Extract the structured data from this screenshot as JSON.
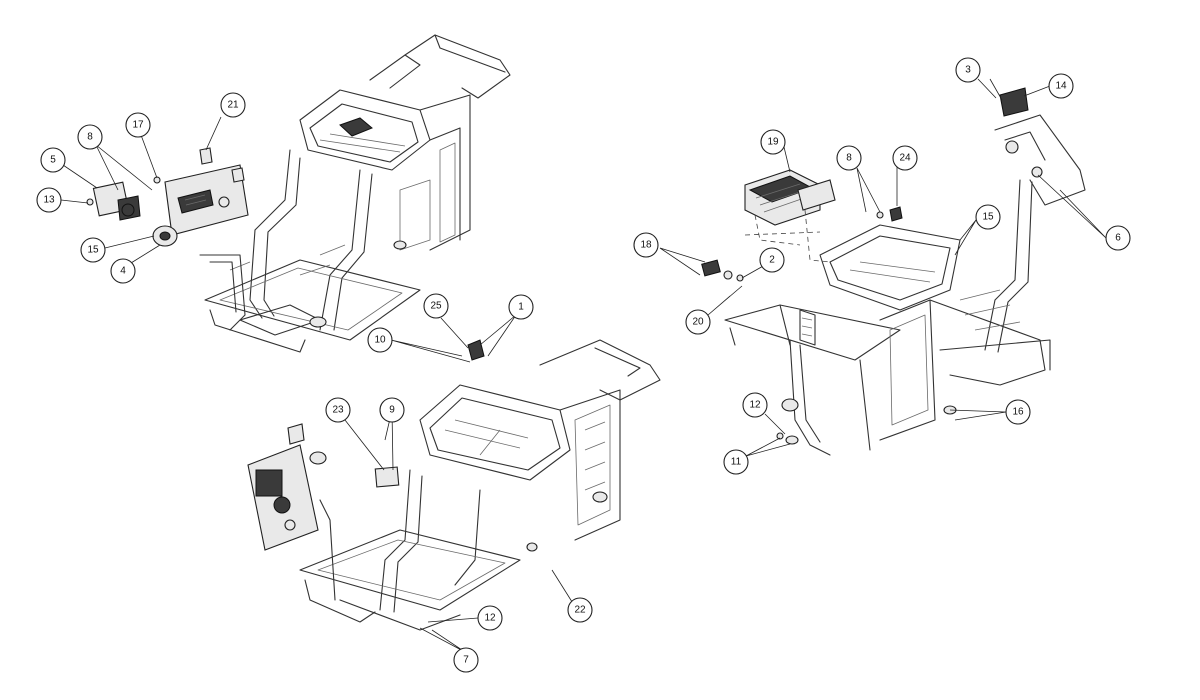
{
  "callouts": [
    {
      "id": "c3",
      "label": "3"
    },
    {
      "id": "c14",
      "label": "14"
    },
    {
      "id": "c19",
      "label": "19"
    },
    {
      "id": "c8r",
      "label": "8"
    },
    {
      "id": "c24",
      "label": "24"
    },
    {
      "id": "c15r",
      "label": "15"
    },
    {
      "id": "c6",
      "label": "6"
    },
    {
      "id": "c18",
      "label": "18"
    },
    {
      "id": "c2",
      "label": "2"
    },
    {
      "id": "c20",
      "label": "20"
    },
    {
      "id": "c12r",
      "label": "12"
    },
    {
      "id": "c11",
      "label": "11"
    },
    {
      "id": "c16",
      "label": "16"
    },
    {
      "id": "c21",
      "label": "21"
    },
    {
      "id": "c17",
      "label": "17"
    },
    {
      "id": "c8l",
      "label": "8"
    },
    {
      "id": "c5",
      "label": "5"
    },
    {
      "id": "c13",
      "label": "13"
    },
    {
      "id": "c15l",
      "label": "15"
    },
    {
      "id": "c4",
      "label": "4"
    },
    {
      "id": "c25",
      "label": "25"
    },
    {
      "id": "c1",
      "label": "1"
    },
    {
      "id": "c10",
      "label": "10"
    },
    {
      "id": "c23",
      "label": "23"
    },
    {
      "id": "c9",
      "label": "9"
    },
    {
      "id": "c22",
      "label": "22"
    },
    {
      "id": "c12b",
      "label": "12"
    },
    {
      "id": "c7",
      "label": "7"
    }
  ]
}
